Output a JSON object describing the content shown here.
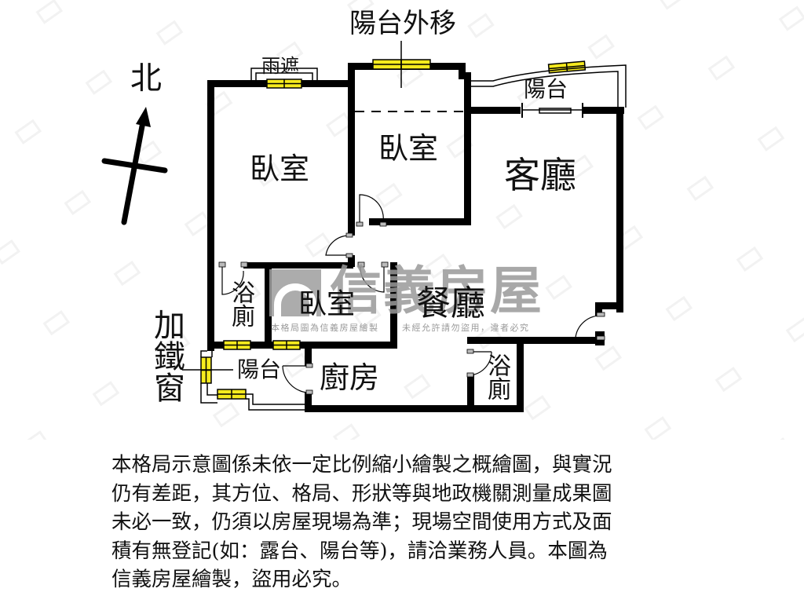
{
  "compass": {
    "label": "北",
    "icon": "north-arrow-icon"
  },
  "annotations": {
    "balcony_moved": "陽台外移",
    "awning": "雨遮",
    "iron_window": "加鐵窗"
  },
  "rooms": {
    "bedroom_left": "臥室",
    "bedroom_top": "臥室",
    "bedroom_small": "臥室",
    "living_room": "客廳",
    "dining_room": "餐廳",
    "kitchen": "廚房",
    "bathroom_left": "浴廁",
    "bathroom_right": "浴廁",
    "balcony_top": "陽台",
    "balcony_left": "陽台"
  },
  "watermark": {
    "brand": "信義房屋",
    "notice_left": "本格局圖為信義房屋繪製",
    "notice_right": "未經允許請勿盜用，違者必究"
  },
  "disclaimer": {
    "lines": [
      "本格局示意圖係未依一定比例縮小繪製之概繪圖，與實況",
      "仍有差距，其方位、格局、形狀等與地政機關測量成果圖",
      "未必一致，仍須以房屋現場為準；現場空間使用方式及面",
      "積有無登記(如：露台、陽台等)，請洽業務人員。本圖為",
      "信義房屋繪製，盜用必究。"
    ]
  },
  "colors": {
    "wall": "#000000",
    "window_fill": "#f5ea1e",
    "watermark": "#9a9a9a",
    "background": "#ffffff"
  }
}
